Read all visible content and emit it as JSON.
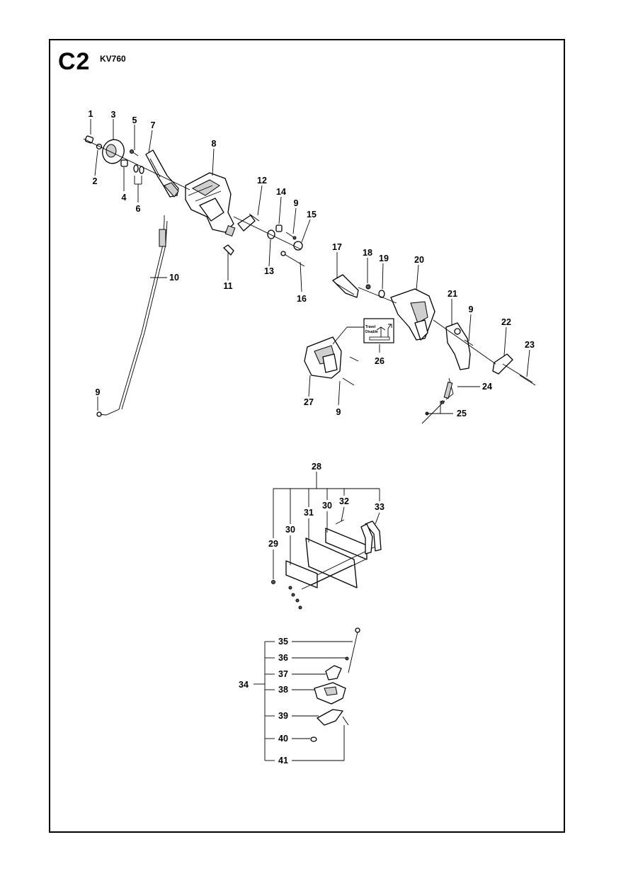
{
  "header": {
    "page_code": "C2",
    "model": "KV760"
  },
  "callouts": [
    "1",
    "2",
    "3",
    "4",
    "5",
    "6",
    "7",
    "8",
    "9",
    "10",
    "11",
    "12",
    "13",
    "14",
    "9",
    "15",
    "16",
    "17",
    "18",
    "19",
    "20",
    "21",
    "9",
    "22",
    "23",
    "24",
    "25",
    "26",
    "27",
    "9",
    "28",
    "29",
    "30",
    "31",
    "30",
    "32",
    "33",
    "34",
    "35",
    "36",
    "37",
    "38",
    "39",
    "40",
    "41"
  ],
  "decal_text": {
    "line1": "Travel",
    "line2": "Disable"
  }
}
